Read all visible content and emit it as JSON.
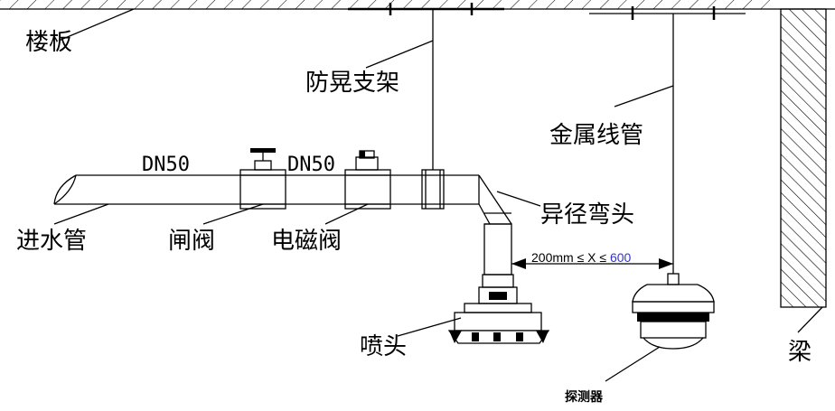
{
  "labels": {
    "floor_slab": "楼板",
    "anti_sway_bracket": "防晃支架",
    "metal_conduit": "金属线管",
    "dn50_left": "DN50",
    "dn50_right": "DN50",
    "inlet_pipe": "进水管",
    "gate_valve": "闸阀",
    "solenoid_valve": "电磁阀",
    "reducer_elbow": "异径弯头",
    "nozzle": "喷头",
    "detector": "探测器",
    "beam": "梁"
  },
  "dimension": {
    "prefix": "200mm ≤ X ≤ ",
    "value": "600"
  },
  "colors": {
    "line": "#000000",
    "dimension_value": "#3333cc"
  }
}
